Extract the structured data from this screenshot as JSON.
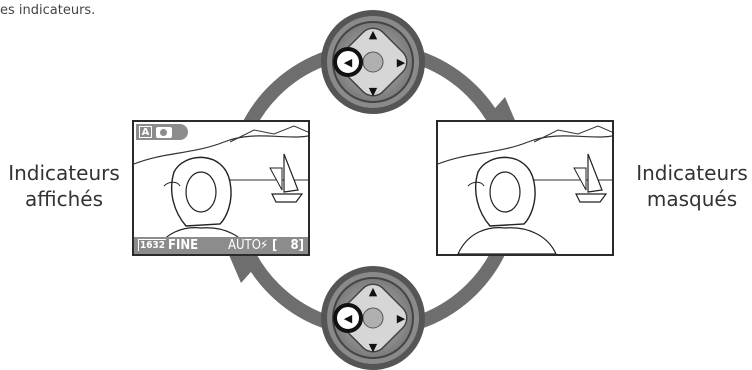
{
  "caption_fragment": "es indicateurs.",
  "left_label": {
    "line1": "Indicateurs",
    "line2": "affichés"
  },
  "right_label": {
    "line1": "Indicateurs",
    "line2": "masqués"
  },
  "left_screen": {
    "mode_letter": "A",
    "status": {
      "frame_size": "1632",
      "quality": "FINE",
      "flash_mode": "AUTO",
      "flash_icon": "⚡",
      "bracket": "[",
      "shots_remaining": "8]"
    }
  },
  "multi_selector": {
    "up": "▲",
    "down": "▼",
    "right": "▶",
    "left": "◀"
  },
  "colors": {
    "arrow_ring": "#6e6e6e",
    "dial_outer": "#5a5a5a",
    "dial_inner": "#9a9a9a",
    "status_bar": "#8c8c8c"
  }
}
